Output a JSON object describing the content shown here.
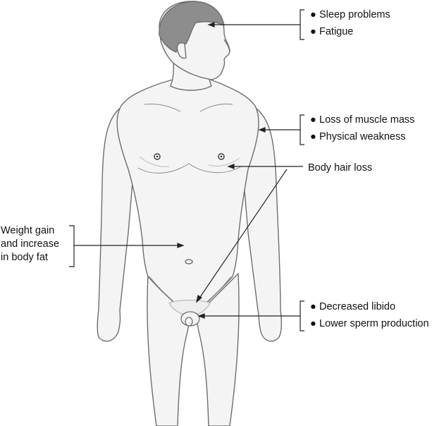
{
  "annotations": {
    "head": {
      "bullet": "●",
      "items": [
        "Sleep problems",
        "Fatigue"
      ]
    },
    "arm": {
      "bullet": "●",
      "items": [
        "Loss of muscle mass",
        "Physical weakness"
      ]
    },
    "chest": {
      "text": "Body hair loss"
    },
    "waist": {
      "lines": [
        "Weight gain",
        "and increase",
        "in body fat"
      ]
    },
    "groin": {
      "bullet": "●",
      "items": [
        "Decreased libido",
        "Lower sperm production"
      ]
    }
  },
  "colors": {
    "skin": "#f4f4f4",
    "outline": "#6e6e6e",
    "hair": "#8d8d8d",
    "leader": "#222222"
  }
}
